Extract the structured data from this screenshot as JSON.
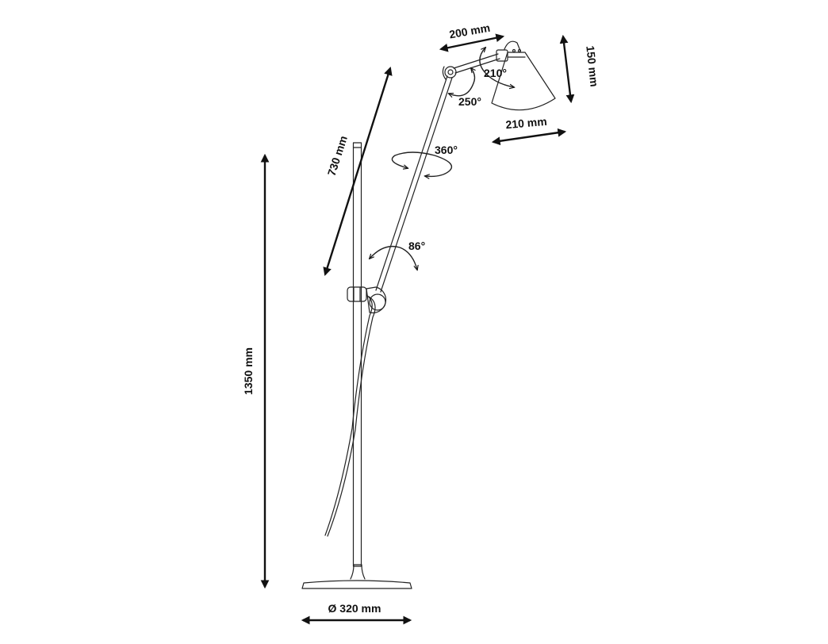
{
  "dimensions": {
    "total_height": "1350 mm",
    "arm_length": "730 mm",
    "head_arm_length": "200 mm",
    "shade_height": "150 mm",
    "shade_diameter": "210 mm",
    "base_diameter": "Ø 320 mm"
  },
  "angles": {
    "head_tilt": "210°",
    "elbow": "250°",
    "arm_rotation": "360°",
    "arm_tilt": "86°"
  },
  "colors": {
    "line": "#222222",
    "text": "#111111",
    "background": "#ffffff"
  }
}
